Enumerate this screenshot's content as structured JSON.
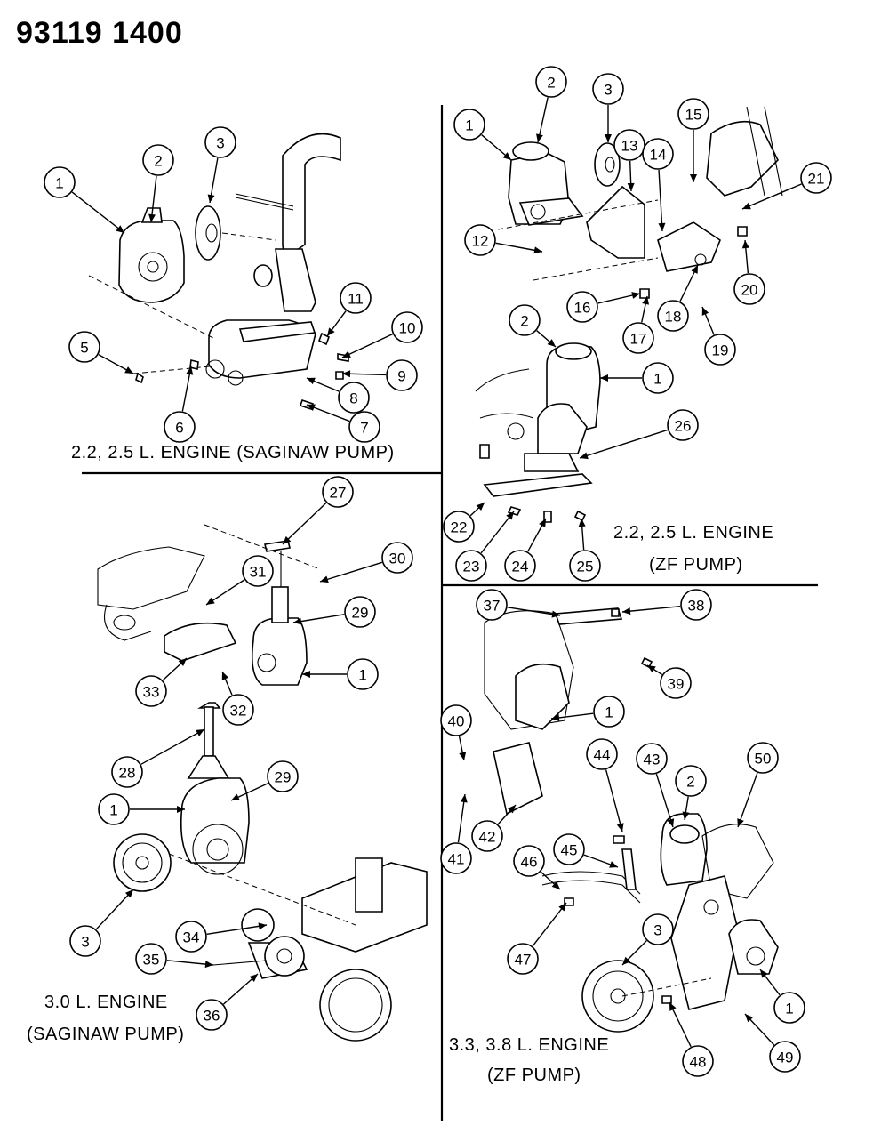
{
  "header": {
    "part_code": "93119 1400"
  },
  "sections": {
    "top_left": {
      "caption_line1": "2.2, 2.5 L. ENGINE (SAGINAW PUMP)",
      "caption_line2": ""
    },
    "top_right": {
      "caption_line1": "2.2, 2.5 L. ENGINE",
      "caption_line2": "(ZF PUMP)"
    },
    "bottom_left": {
      "caption_line1": "3.0 L. ENGINE",
      "caption_line2": "(SAGINAW PUMP)"
    },
    "bottom_right": {
      "caption_line1": "3.3, 3.8 L. ENGINE",
      "caption_line2": "(ZF PUMP)"
    }
  },
  "callouts": {
    "tl": [
      "1",
      "2",
      "3",
      "5",
      "6",
      "7",
      "8",
      "9",
      "10",
      "11"
    ],
    "tr_upper": [
      "1",
      "2",
      "3",
      "12",
      "13",
      "14",
      "15",
      "16",
      "17",
      "18",
      "19",
      "20",
      "21"
    ],
    "tr_lower": [
      "2",
      "1",
      "26",
      "22",
      "23",
      "24",
      "25"
    ],
    "bl": [
      "27",
      "30",
      "31",
      "29",
      "1",
      "33",
      "32",
      "28",
      "29",
      "1",
      "3",
      "34",
      "35",
      "36"
    ],
    "br": [
      "37",
      "38",
      "39",
      "1",
      "40",
      "44",
      "43",
      "2",
      "50",
      "42",
      "41",
      "45",
      "46",
      "3",
      "47",
      "1",
      "48",
      "49"
    ]
  }
}
